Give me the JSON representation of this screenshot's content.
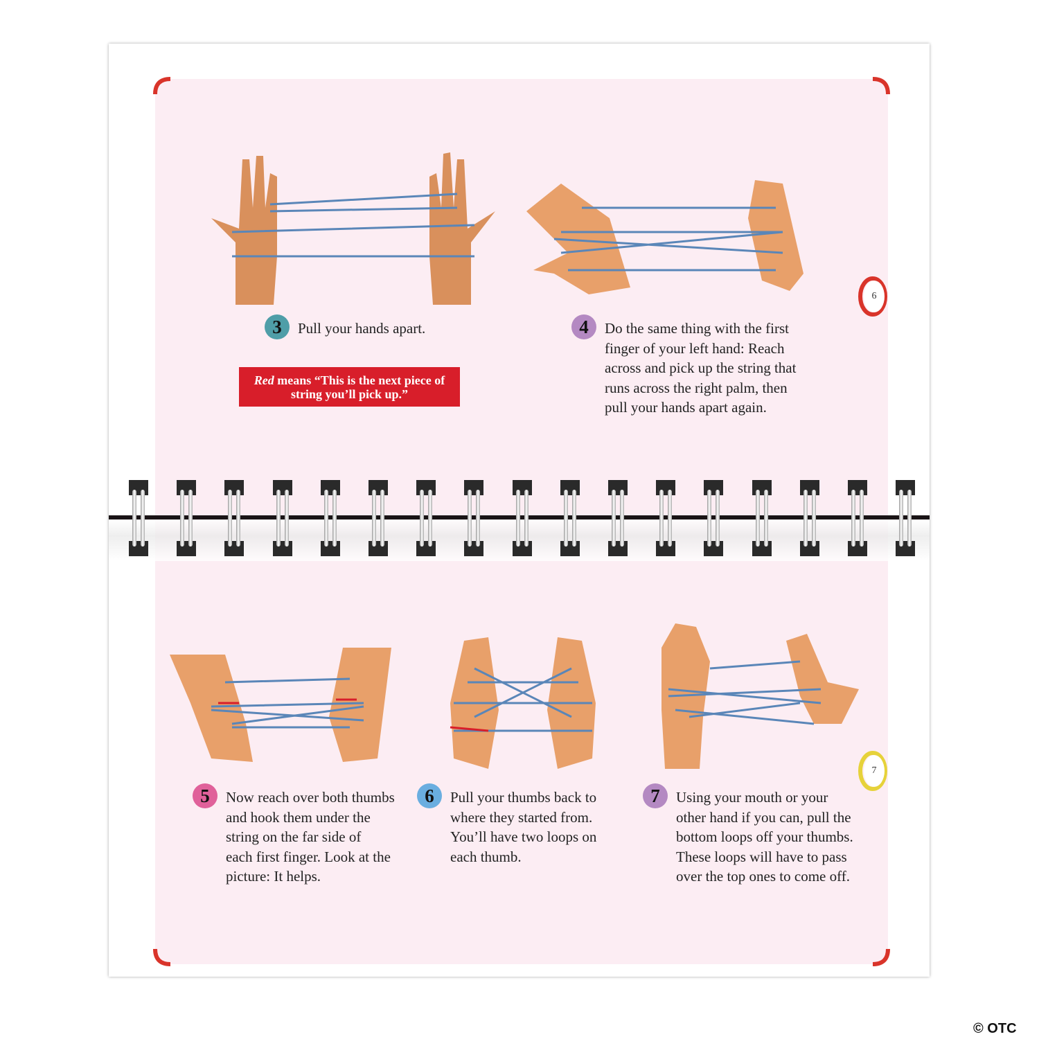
{
  "page_numbers": [
    "6",
    "7"
  ],
  "steps": [
    {
      "number": "3",
      "color": "#4f9ea8",
      "text": "Pull your hands apart."
    },
    {
      "number": "4",
      "color": "#b489c2",
      "text": "Do the same thing with the first\nfinger of your left hand: Reach\nacross and pick up the string that\nruns across the right palm, then\npull your hands apart again."
    },
    {
      "number": "5",
      "color": "#e0619a",
      "text": "Now reach over both thumbs\nand hook them under the\nstring on the far side of\neach first finger. Look at the\npicture: It helps."
    },
    {
      "number": "6",
      "color": "#6aaee0",
      "text": "Pull your thumbs back to\nwhere they started from.\nYou’ll have two loops on\neach thumb."
    },
    {
      "number": "7",
      "color": "#b489c2",
      "text": "Using your mouth or your\nother hand if you can, pull the\nbottom loops off your thumbs.\nThese loops will have to pass\nover the top ones to come off."
    }
  ],
  "note": {
    "emphasis": "Red",
    "line1_rest": " means “This is the next piece of",
    "line2": "string you’ll pick up.”",
    "color": "#d81e2a"
  },
  "copyright": "© OTC",
  "colors": {
    "page": "#fcedf3",
    "string": "#5a86b8",
    "skin": "#e8a06a"
  }
}
